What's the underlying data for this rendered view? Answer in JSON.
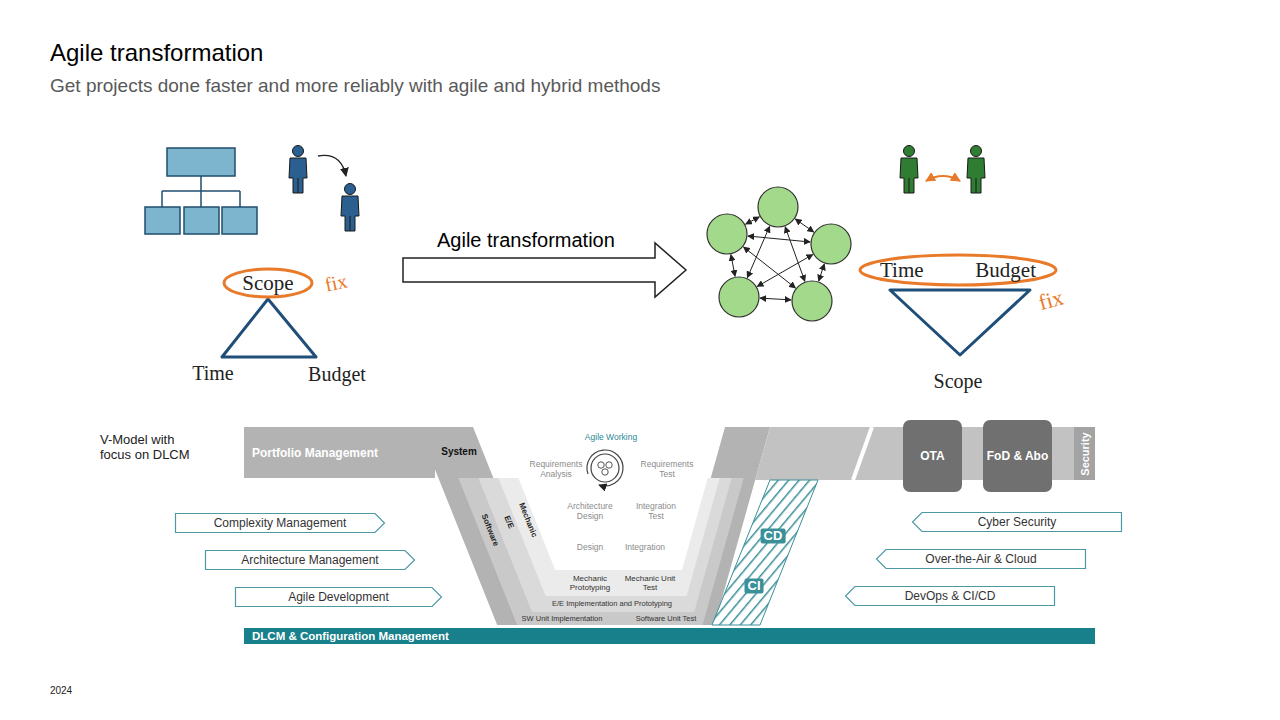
{
  "diagram": {
    "title": "Agile transformation",
    "caption": "Get projects done faster and more reliably with agile and hybrid methods",
    "nodes": [
      {
        "text": [
          "Agile transformation"
        ]
      },
      {
        "text": [
          "Scope"
        ]
      },
      {
        "text": [
          "Time",
          "Budget"
        ]
      },
      {
        "text": [
          "Portfolio Management"
        ]
      },
      {
        "text": [
          "OTA"
        ]
      },
      {
        "text": [
          "FoD & Abo"
        ]
      },
      {
        "text": [
          "Security"
        ]
      },
      {
        "text": [
          "Complexity Management"
        ]
      },
      {
        "text": [
          "Architecture Management"
        ]
      },
      {
        "text": [
          "Agile Development"
        ]
      },
      {
        "text": [
          "Cyber Security"
        ]
      },
      {
        "text": [
          "Over-the-Air & Cloud"
        ]
      },
      {
        "text": [
          "DevOps & CI/CD"
        ]
      },
      {
        "text": [
          "DLCM & Configuration Management"
        ]
      }
    ],
    "labels": [
      "fix",
      "Time",
      "Budget",
      "fix",
      "Scope",
      "V-Model with focus on DLCM",
      "System",
      "Software",
      "E/E",
      "Mechanic",
      "Agile Working",
      "Requirements Analysis",
      "Requirements Test",
      "Architecture Design",
      "Integration Test",
      "Design",
      "Integration",
      "Mechanic Prototyping",
      "Mechanic Unit Test",
      "E/E Implementation and Prototyping",
      "SW Unit Implementation",
      "Software Unit Test",
      "CD",
      "CI",
      "2024"
    ]
  }
}
